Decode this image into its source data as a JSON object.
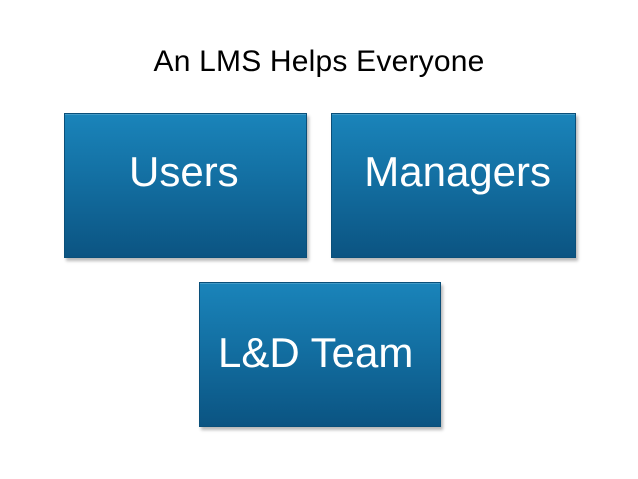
{
  "slide": {
    "title": "An LMS Helps Everyone",
    "nodes": [
      {
        "label": "Users"
      },
      {
        "label": "Managers"
      },
      {
        "label": "L&D Team"
      }
    ],
    "colors": {
      "tile_top": "#1a84ba",
      "tile_bottom": "#0b5482",
      "tile_text": "#ffffff",
      "title_text": "#000000",
      "background": "#ffffff"
    }
  }
}
